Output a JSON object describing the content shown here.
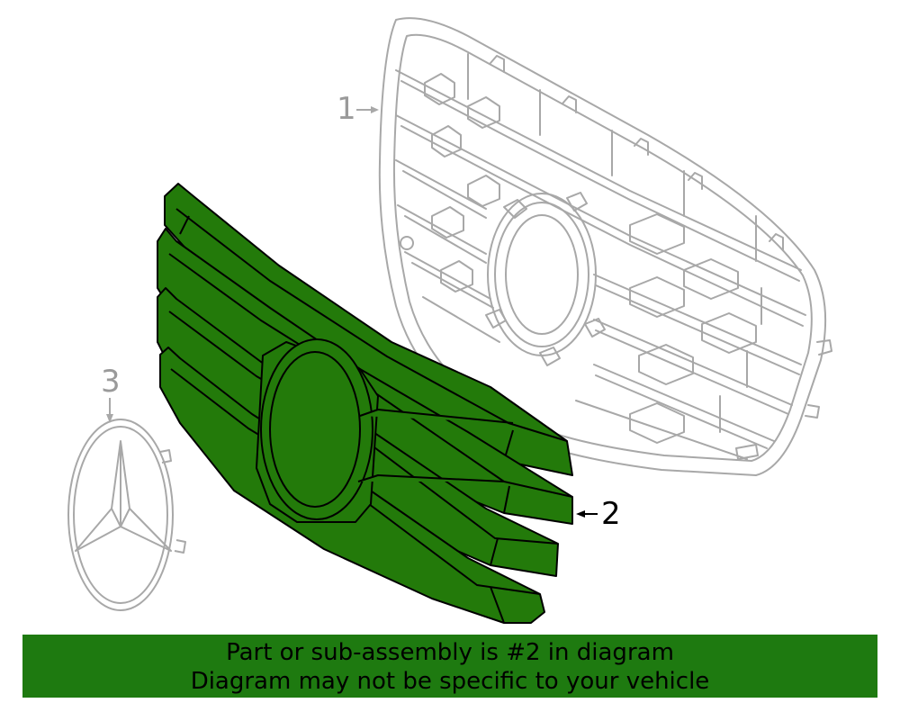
{
  "callouts": {
    "grille_shell": "1",
    "grille_insert": "2",
    "emblem": "3"
  },
  "banner": {
    "line1": "Part or sub-assembly is #2 in diagram",
    "line2": "Diagram may not be specific to your vehicle"
  },
  "colors": {
    "highlight_fill": "#237a0a",
    "banner_background": "#1e7a10",
    "outline_gray": "#a8a8a8",
    "outline_black": "#000000"
  }
}
